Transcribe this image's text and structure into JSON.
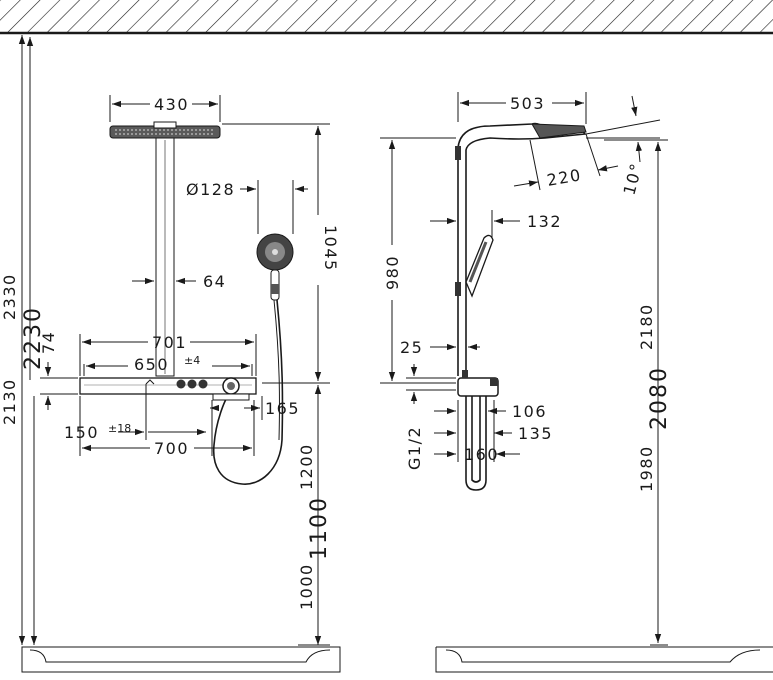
{
  "front_view": {
    "head_width": "430",
    "hand_shower_diameter": "Ø128",
    "arm_height": "1045",
    "pipe_width": "64",
    "bar_width": "701",
    "bar_inner_width": "650",
    "bar_inner_tolerance": "±4",
    "bar_height": "74",
    "mount_offset": "150",
    "mount_offset_tolerance": "±18",
    "mount_spacing": "700",
    "knob_projection": "165",
    "bar_top": "2230",
    "bar_bottom": "2130",
    "total_height": "2330",
    "level_1200": "1200",
    "level_1100": "1100",
    "level_1000": "1000"
  },
  "side_view": {
    "arm_reach": "503",
    "head_depth": "220",
    "tilt_angle": "10°",
    "hand_depth": "132",
    "rail_height": "980",
    "wall_gap": "25",
    "connection": "G1/2",
    "depth_106": "106",
    "depth_135": "135",
    "depth_160": "160",
    "level_2180": "2180",
    "level_2080": "2080",
    "level_1980": "1980"
  }
}
